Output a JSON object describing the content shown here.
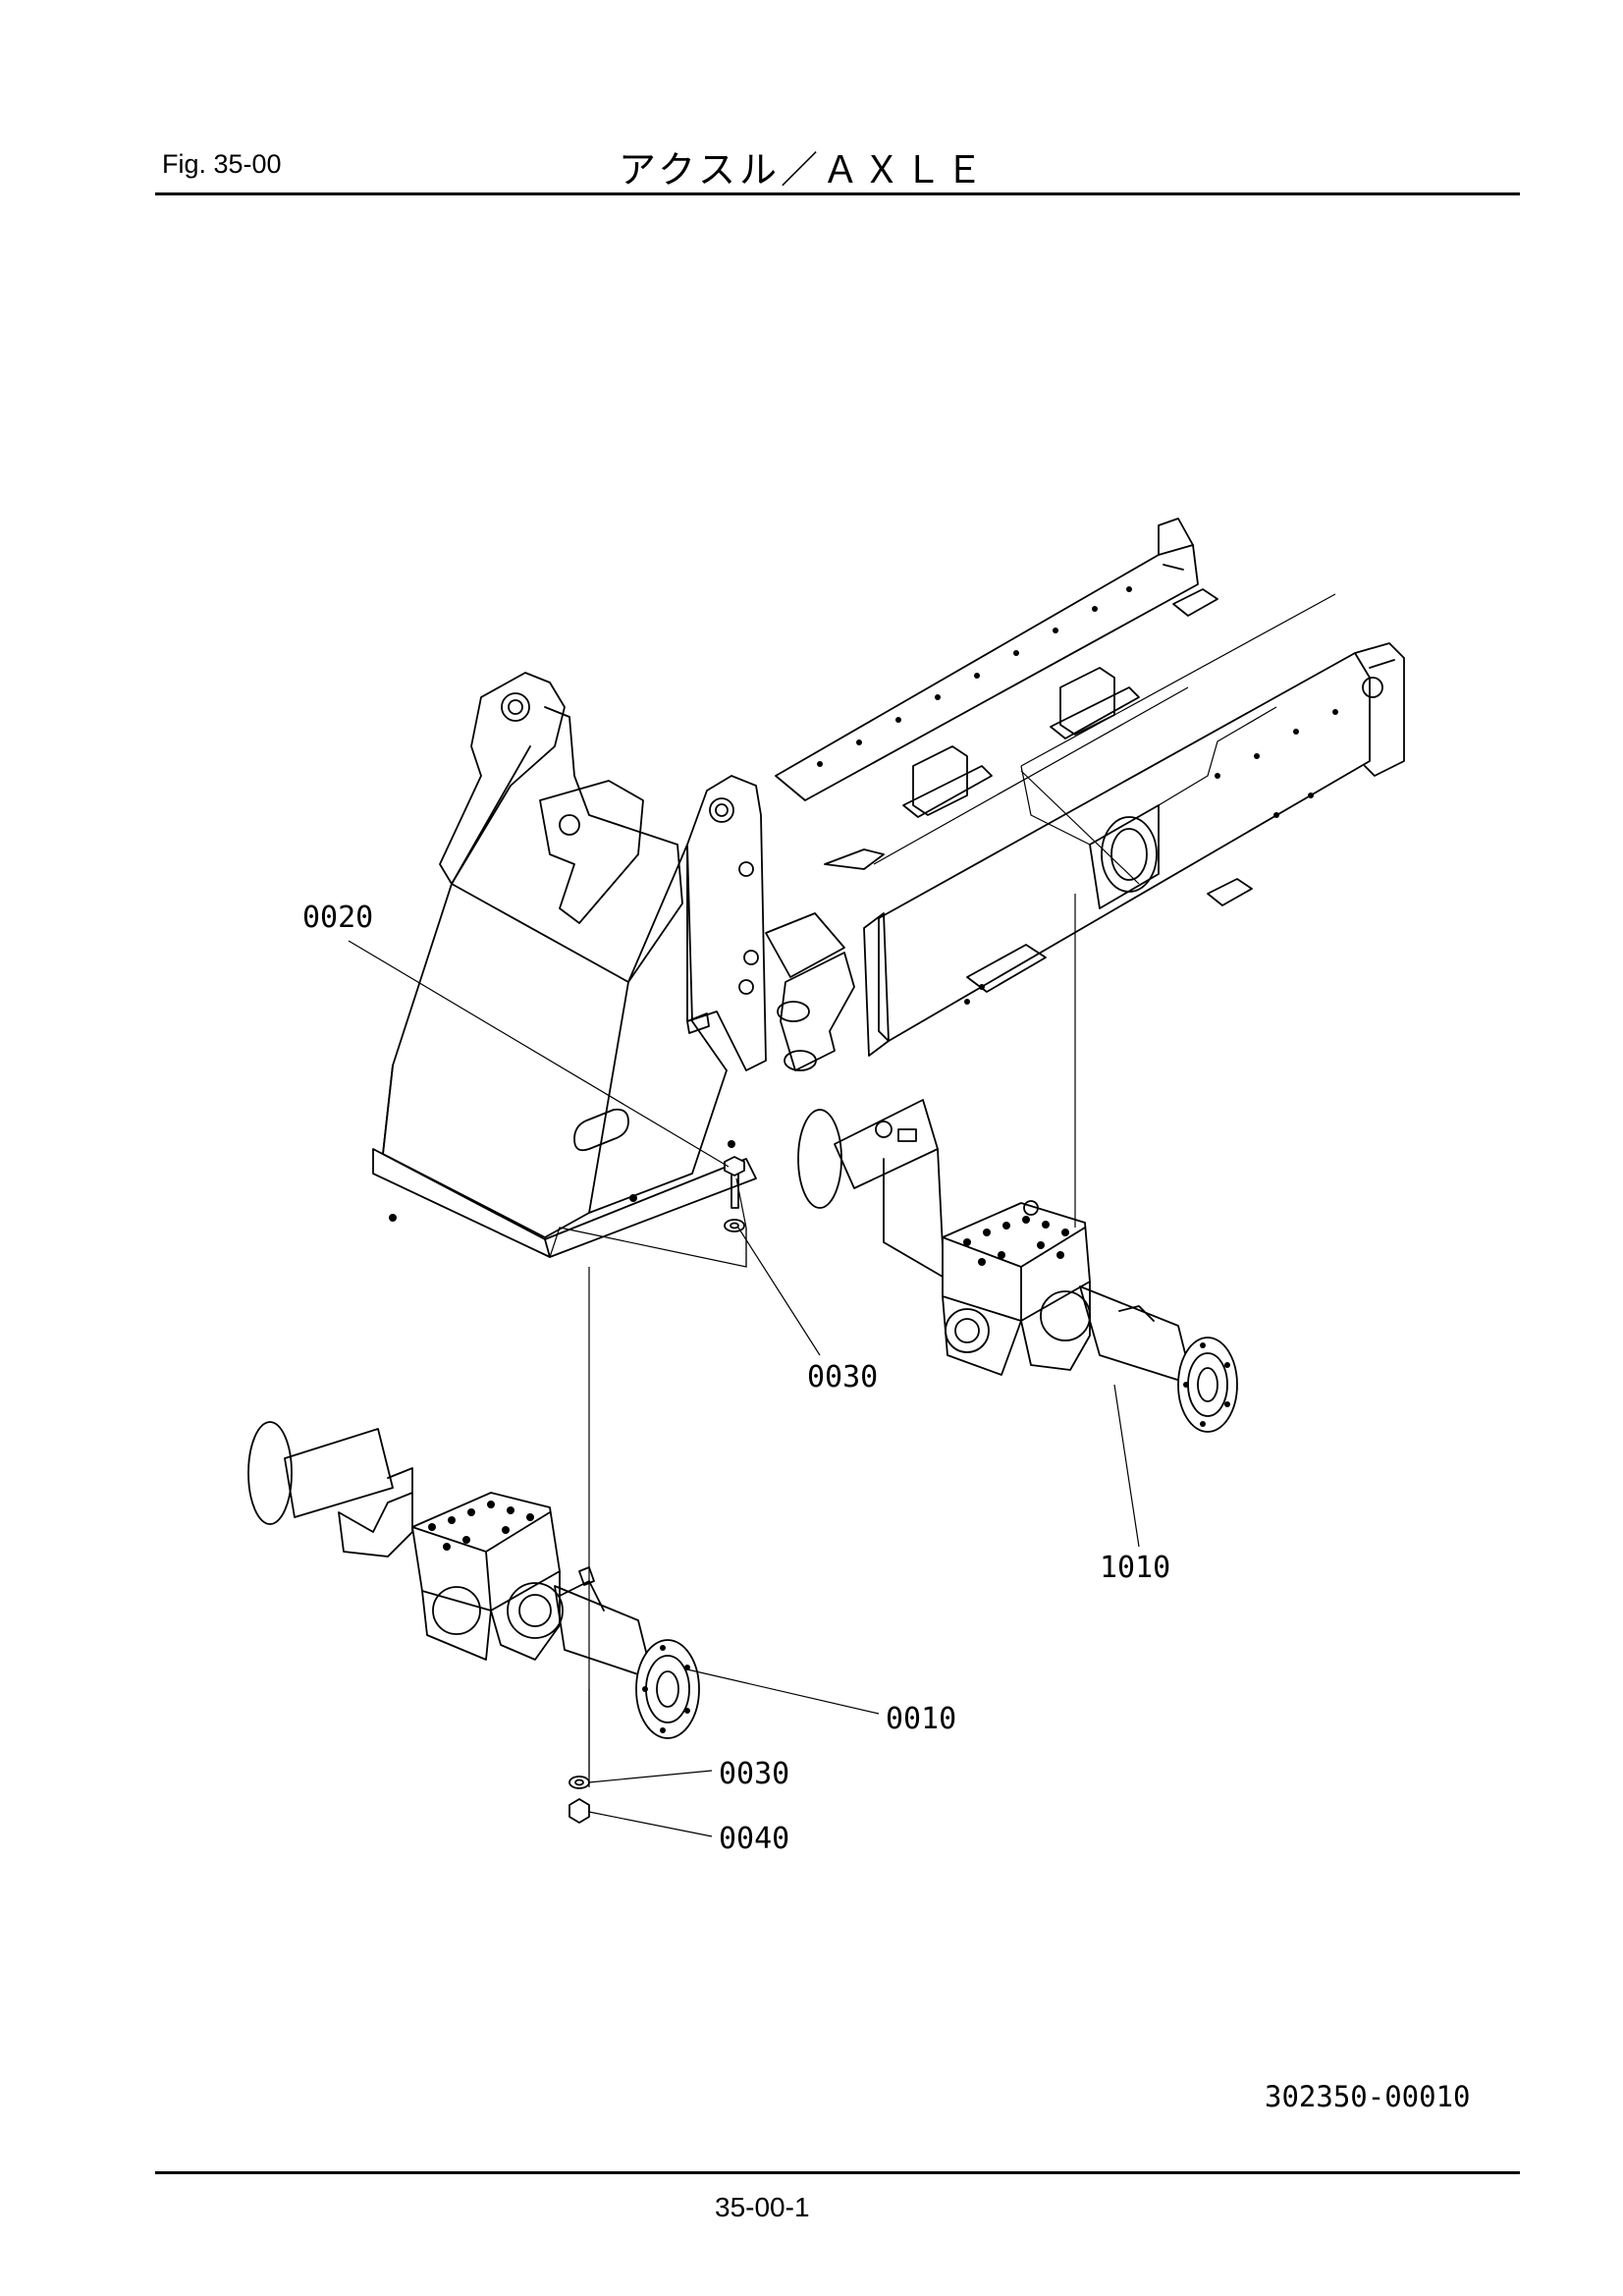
{
  "header": {
    "fig_label": "Fig.  35-00",
    "title": "アクスル／ＡＸＬＥ"
  },
  "callouts": [
    {
      "label": "0020"
    },
    {
      "label": "0030"
    },
    {
      "label": "1010"
    },
    {
      "label": "0010"
    },
    {
      "label": "0030"
    },
    {
      "label": "0040"
    }
  ],
  "footer": {
    "drawing_number": "302350-00010",
    "page_number": "35-00-1"
  }
}
